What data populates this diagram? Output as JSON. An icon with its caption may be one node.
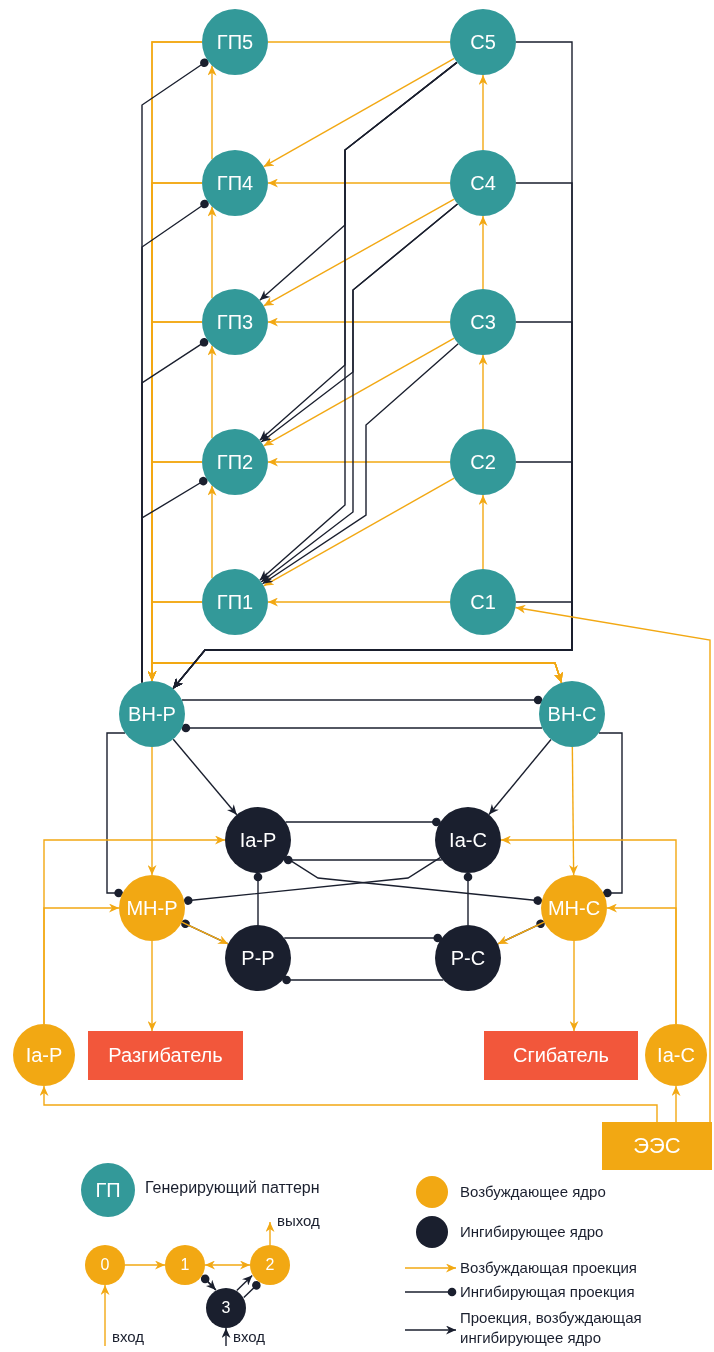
{
  "diagram": {
    "nodes": [
      {
        "text": [
          "ГП5"
        ]
      },
      {
        "text": [
          "С5"
        ]
      },
      {
        "text": [
          "ГП4"
        ]
      },
      {
        "text": [
          "С4"
        ]
      },
      {
        "text": [
          "ГП3"
        ]
      },
      {
        "text": [
          "С3"
        ]
      },
      {
        "text": [
          "ГП2"
        ]
      },
      {
        "text": [
          "С2"
        ]
      },
      {
        "text": [
          "ГП1"
        ]
      },
      {
        "text": [
          "С1"
        ]
      },
      {
        "text": [
          "ВН-Р"
        ]
      },
      {
        "text": [
          "ВН-С"
        ]
      },
      {
        "text": [
          "Ia-P"
        ]
      },
      {
        "text": [
          "Ia-C"
        ]
      },
      {
        "text": [
          "МН-Р"
        ]
      },
      {
        "text": [
          "МН-С"
        ]
      },
      {
        "text": [
          "P-P"
        ]
      },
      {
        "text": [
          "P-C"
        ]
      },
      {
        "text": [
          "Ia-P"
        ]
      },
      {
        "text": [
          "Разгибатель"
        ]
      },
      {
        "text": [
          "Сгибатель"
        ]
      },
      {
        "text": [
          "Ia-C"
        ]
      },
      {
        "text": [
          "ЭЭС"
        ]
      },
      {
        "text": [
          "ГП"
        ],
        "beside": [
          "Генерирующий паттерн"
        ]
      },
      {
        "text": [
          "0"
        ]
      },
      {
        "text": [
          "1"
        ]
      },
      {
        "text": [
          "2"
        ]
      },
      {
        "text": [
          "3"
        ]
      }
    ],
    "edges": [
      {
        "from": 9,
        "to": 7,
        "arrow": "to"
      },
      {
        "from": 7,
        "to": 5,
        "arrow": "to"
      },
      {
        "from": 5,
        "to": 3,
        "arrow": "to"
      },
      {
        "from": 3,
        "to": 1,
        "arrow": "to"
      },
      {
        "from": 8,
        "to": 6,
        "arrow": "to"
      },
      {
        "from": 6,
        "to": 4,
        "arrow": "to"
      },
      {
        "from": 4,
        "to": 2,
        "arrow": "to"
      },
      {
        "from": 2,
        "to": 0,
        "arrow": "to"
      },
      {
        "from": 9,
        "to": 8,
        "arrow": "to"
      },
      {
        "from": 7,
        "to": 6,
        "arrow": "to"
      },
      {
        "from": 5,
        "to": 4,
        "arrow": "to"
      },
      {
        "from": 3,
        "to": 2,
        "arrow": "to"
      },
      {
        "from": 1,
        "to": 0,
        "arrow": "none"
      },
      {
        "from": 1,
        "to": 2,
        "arrow": "to"
      },
      {
        "from": 3,
        "to": 4,
        "arrow": "to"
      },
      {
        "from": 5,
        "to": 6,
        "arrow": "to"
      },
      {
        "from": 7,
        "to": 8,
        "arrow": "to"
      },
      {
        "from": 8,
        "to": 10,
        "arrow": "to"
      },
      {
        "from": 6,
        "to": 10,
        "arrow": "to"
      },
      {
        "from": 4,
        "to": 10,
        "arrow": "to"
      },
      {
        "from": 2,
        "to": 10,
        "arrow": "to"
      },
      {
        "from": 0,
        "to": 10,
        "arrow": "to"
      },
      {
        "from": 8,
        "to": 11,
        "arrow": "to"
      },
      {
        "from": 6,
        "to": 11,
        "arrow": "to"
      },
      {
        "from": 4,
        "to": 11,
        "arrow": "to"
      },
      {
        "from": 2,
        "to": 11,
        "arrow": "to"
      },
      {
        "from": 0,
        "to": 11,
        "arrow": "to"
      },
      {
        "from": 10,
        "to": 0,
        "arrow": "other",
        "color": "#1a1f2e"
      },
      {
        "from": 10,
        "to": 2,
        "arrow": "other",
        "color": "#1a1f2e"
      },
      {
        "from": 10,
        "to": 4,
        "arrow": "other",
        "color": "#1a1f2e"
      },
      {
        "from": 10,
        "to": 6,
        "arrow": "other",
        "color": "#1a1f2e"
      },
      {
        "from": 9,
        "to": 10,
        "arrow": "to",
        "color": "#1a1f2e"
      },
      {
        "from": 7,
        "to": 10,
        "arrow": "to",
        "color": "#1a1f2e"
      },
      {
        "from": 5,
        "to": 10,
        "arrow": "to",
        "color": "#1a1f2e"
      },
      {
        "from": 3,
        "to": 10,
        "arrow": "to",
        "color": "#1a1f2e"
      },
      {
        "from": 1,
        "to": 10,
        "arrow": "to",
        "color": "#1a1f2e"
      },
      {
        "from": 1,
        "to": 4,
        "arrow": "to",
        "color": "#1a1f2e"
      },
      {
        "from": 1,
        "to": 6,
        "arrow": "to",
        "color": "#1a1f2e"
      },
      {
        "from": 1,
        "to": 8,
        "arrow": "to",
        "color": "#1a1f2e"
      },
      {
        "from": 3,
        "to": 6,
        "arrow": "to",
        "color": "#1a1f2e"
      },
      {
        "from": 3,
        "to": 8,
        "arrow": "to",
        "color": "#1a1f2e"
      },
      {
        "from": 5,
        "to": 8,
        "arrow": "to",
        "color": "#1a1f2e"
      },
      {
        "from": 10,
        "to": 11,
        "arrow": "other",
        "color": "#1a1f2e"
      },
      {
        "from": 11,
        "to": 10,
        "arrow": "other",
        "color": "#1a1f2e"
      },
      {
        "from": 10,
        "to": 12,
        "arrow": "to",
        "color": "#1a1f2e"
      },
      {
        "from": 11,
        "to": 13,
        "arrow": "to",
        "color": "#1a1f2e"
      },
      {
        "from": 10,
        "to": 14,
        "arrow": "to"
      },
      {
        "from": 11,
        "to": 15,
        "arrow": "to"
      },
      {
        "from": 10,
        "to": 14,
        "arrow": "other",
        "color": "#1a1f2e"
      },
      {
        "from": 11,
        "to": 15,
        "arrow": "other",
        "color": "#1a1f2e"
      },
      {
        "from": 12,
        "to": 13,
        "arrow": "other",
        "color": "#1a1f2e"
      },
      {
        "from": 13,
        "to": 12,
        "arrow": "other",
        "color": "#1a1f2e"
      },
      {
        "from": 12,
        "to": 15,
        "arrow": "other",
        "color": "#1a1f2e"
      },
      {
        "from": 13,
        "to": 14,
        "arrow": "other",
        "color": "#1a1f2e"
      },
      {
        "from": 16,
        "to": 12,
        "arrow": "other",
        "color": "#1a1f2e"
      },
      {
        "from": 17,
        "to": 13,
        "arrow": "other",
        "color": "#1a1f2e"
      },
      {
        "from": 16,
        "to": 14,
        "arrow": "other",
        "color": "#1a1f2e"
      },
      {
        "from": 17,
        "to": 15,
        "arrow": "other",
        "color": "#1a1f2e"
      },
      {
        "from": 16,
        "to": 17,
        "arrow": "other",
        "color": "#1a1f2e"
      },
      {
        "from": 17,
        "to": 16,
        "arrow": "other",
        "color": "#1a1f2e"
      },
      {
        "from": 14,
        "to": 16,
        "arrow": "to"
      },
      {
        "from": 15,
        "to": 17,
        "arrow": "to"
      },
      {
        "from": 14,
        "to": 19,
        "arrow": "to"
      },
      {
        "from": 15,
        "to": 20,
        "arrow": "to"
      },
      {
        "from": 18,
        "to": 12,
        "arrow": "to"
      },
      {
        "from": 18,
        "to": 14,
        "arrow": "to"
      },
      {
        "from": 21,
        "to": 13,
        "arrow": "to"
      },
      {
        "from": 21,
        "to": 15,
        "arrow": "to"
      },
      {
        "from": 22,
        "to": 18,
        "arrow": "to"
      },
      {
        "from": 22,
        "to": 21,
        "arrow": "to"
      },
      {
        "from": 22,
        "to": 9,
        "arrow": "to"
      },
      {
        "from": null,
        "to": 24,
        "arrow": "to",
        "label": "вход"
      },
      {
        "from": 24,
        "to": 25,
        "arrow": "to"
      },
      {
        "from": 25,
        "to": 26,
        "arrow": "both"
      },
      {
        "from": 25,
        "to": 27,
        "arrow": "to",
        "color": "#1a1f2e"
      },
      {
        "from": 27,
        "to": 26,
        "arrow": "to",
        "color": "#1a1f2e"
      },
      {
        "from": 27,
        "to": 25,
        "arrow": "other",
        "color": "#1a1f2e"
      },
      {
        "from": 27,
        "to": 26,
        "arrow": "other",
        "color": "#1a1f2e"
      },
      {
        "from": null,
        "to": 27,
        "arrow": "to",
        "color": "#1a1f2e",
        "label": "вход"
      },
      {
        "from": 26,
        "to": null,
        "arrow": "to",
        "label": "выход"
      }
    ],
    "legend": [
      {
        "text": "Возбуждающее ядро",
        "color": "#f2a813"
      },
      {
        "text": "Ингибирующее ядро",
        "color": "#1a1f2e"
      },
      {
        "text": "Возбуждающая проекция"
      },
      {
        "text": "Ингибирующая проекция"
      },
      {
        "text": "Проекция, возбуждающая ингибирующее ядро"
      }
    ]
  }
}
